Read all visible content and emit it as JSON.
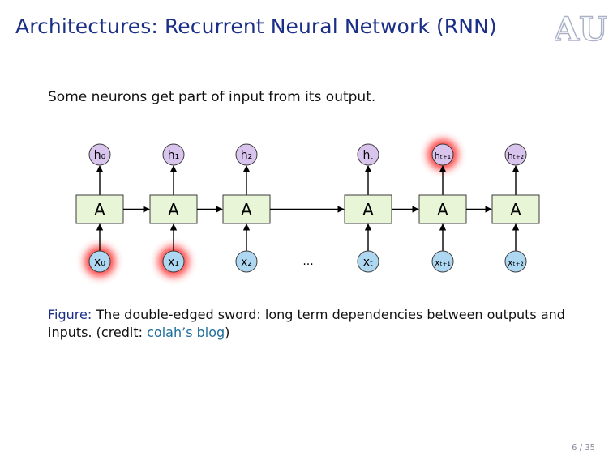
{
  "slide": {
    "title": "Architectures: Recurrent Neural Network (RNN)",
    "body_text": "Some neurons get part of input from its output.",
    "page_number": "6 / 35"
  },
  "caption": {
    "label": "Figure:",
    "text_before_link": " The double-edged sword: long term dependencies between outputs and inputs. (credit: ",
    "link_text": "colah’s blog",
    "text_after_link": ")"
  },
  "logo": {
    "text": "AU",
    "icon": "auburn-logo-icon"
  },
  "diagram": {
    "cell_label": "A",
    "ellipsis": "...",
    "columns": [
      {
        "output": "h₀",
        "input": "x₀",
        "output_highlight": false,
        "input_highlight": true
      },
      {
        "output": "h₁",
        "input": "x₁",
        "output_highlight": false,
        "input_highlight": true
      },
      {
        "output": "h₂",
        "input": "x₂",
        "output_highlight": false,
        "input_highlight": false
      },
      {
        "output": "hₜ",
        "input": "xₜ",
        "output_highlight": false,
        "input_highlight": false
      },
      {
        "output": "hₜ₊₁",
        "input": "xₜ₊₁",
        "output_highlight": true,
        "input_highlight": false
      },
      {
        "output": "hₜ₊₂",
        "input": "xₜ₊₂",
        "output_highlight": false,
        "input_highlight": false
      }
    ]
  },
  "colors": {
    "title": "#1c2f87",
    "cell_fill": "#e8f5d6",
    "output_fill": "#d9c4ee",
    "input_fill": "#aed8f2",
    "highlight": "#ff2a2a"
  }
}
